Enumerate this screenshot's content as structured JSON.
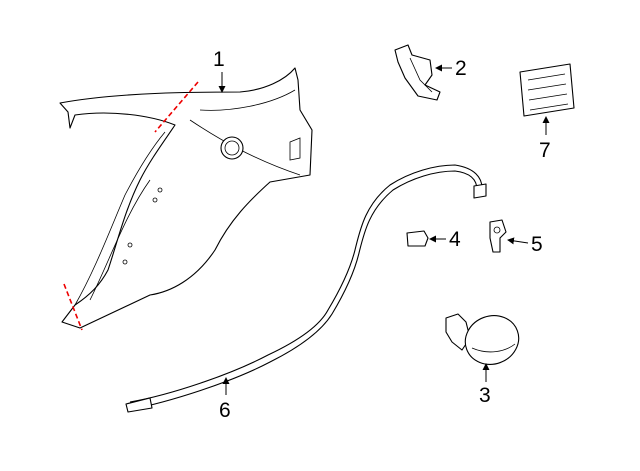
{
  "diagram": {
    "callouts": {
      "quarter_panel": "1",
      "bracket": "2",
      "fuel_door": "3",
      "bumper": "4",
      "clip": "5",
      "release_cable": "6",
      "vent": "7"
    },
    "colors": {
      "cut_line": "#e00000",
      "line": "#000000"
    }
  }
}
